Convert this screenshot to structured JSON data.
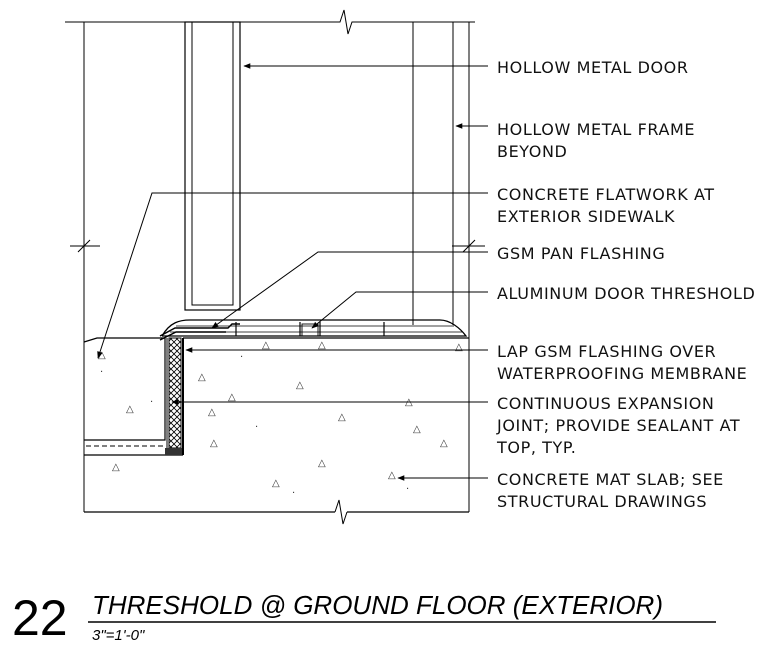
{
  "detail": {
    "number": "22",
    "title": "THRESHOLD @ GROUND FLOOR (EXTERIOR)",
    "scale": "3\"=1'-0\""
  },
  "callouts": [
    {
      "lines": [
        "HOLLOW METAL DOOR"
      ]
    },
    {
      "lines": [
        "HOLLOW METAL FRAME",
        "BEYOND"
      ]
    },
    {
      "lines": [
        "CONCRETE FLATWORK AT",
        "EXTERIOR SIDEWALK"
      ]
    },
    {
      "lines": [
        "GSM PAN FLASHING"
      ]
    },
    {
      "lines": [
        "ALUMINUM DOOR THRESHOLD"
      ]
    },
    {
      "lines": [
        "LAP GSM FLASHING OVER",
        "WATERPROOFING MEMBRANE"
      ]
    },
    {
      "lines": [
        "CONTINUOUS EXPANSION",
        "JOINT; PROVIDE SEALANT AT",
        "TOP, TYP."
      ]
    },
    {
      "lines": [
        "CONCRETE MAT SLAB; SEE",
        "STRUCTURAL DRAWINGS"
      ]
    }
  ]
}
